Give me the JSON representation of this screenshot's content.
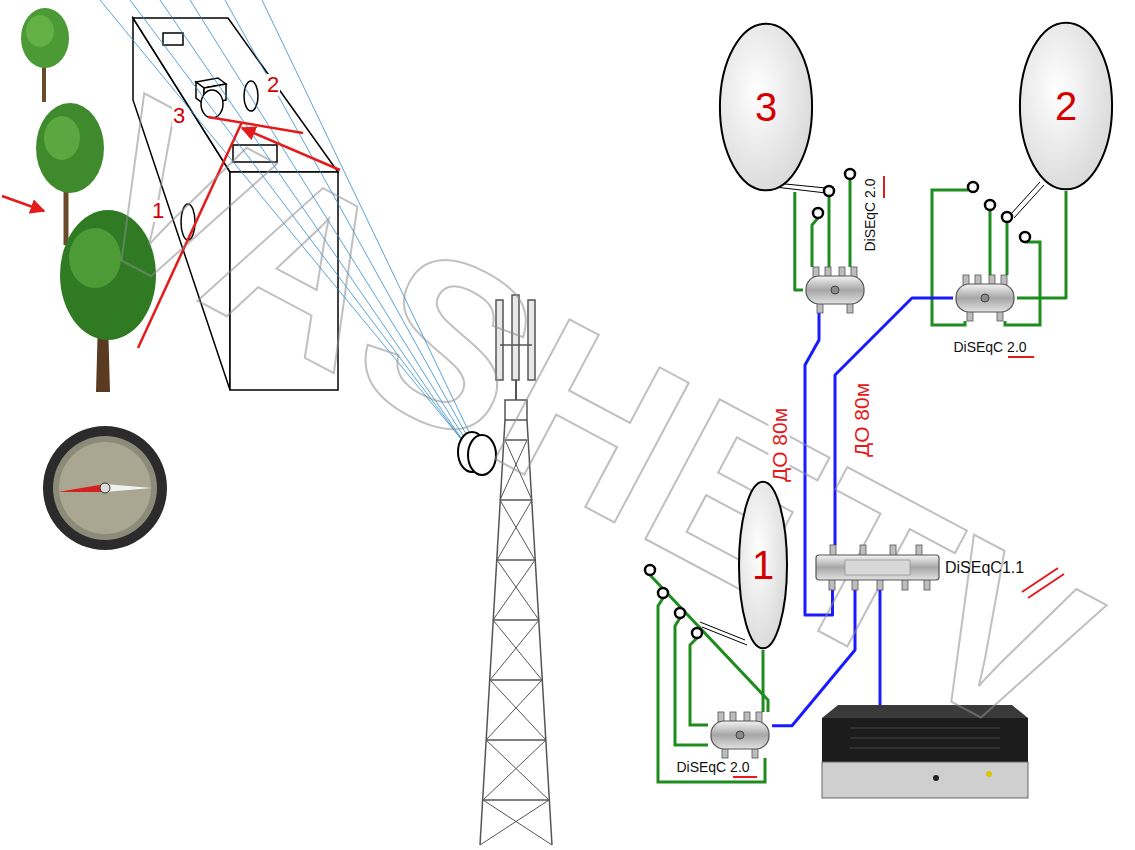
{
  "diagram": {
    "nodes": [
      {
        "text": [
          "3"
        ]
      },
      {
        "text": [
          "DiSEqC 2.0"
        ]
      },
      {
        "text": [
          "2"
        ]
      },
      {
        "text": [
          "DiSEqC 2.0"
        ]
      },
      {
        "text": [
          "DiSEqC1.1"
        ]
      },
      {
        "text": [
          "1"
        ]
      },
      {
        "text": [
          "DiSEqC 2.0"
        ]
      }
    ],
    "edges": [
      {
        "from": 0,
        "to": 1,
        "arrow": "none"
      },
      {
        "from": 2,
        "to": 3,
        "arrow": "none"
      },
      {
        "from": 1,
        "to": 4,
        "arrow": "none",
        "label": "ДО 80м"
      },
      {
        "from": 3,
        "to": 4,
        "arrow": "none",
        "label": "ДО 80м"
      },
      {
        "from": 5,
        "to": 6,
        "arrow": "none"
      },
      {
        "from": 6,
        "to": 4,
        "arrow": "none"
      }
    ],
    "labels": [
      "2",
      "3",
      "1",
      "VASHETV"
    ]
  }
}
